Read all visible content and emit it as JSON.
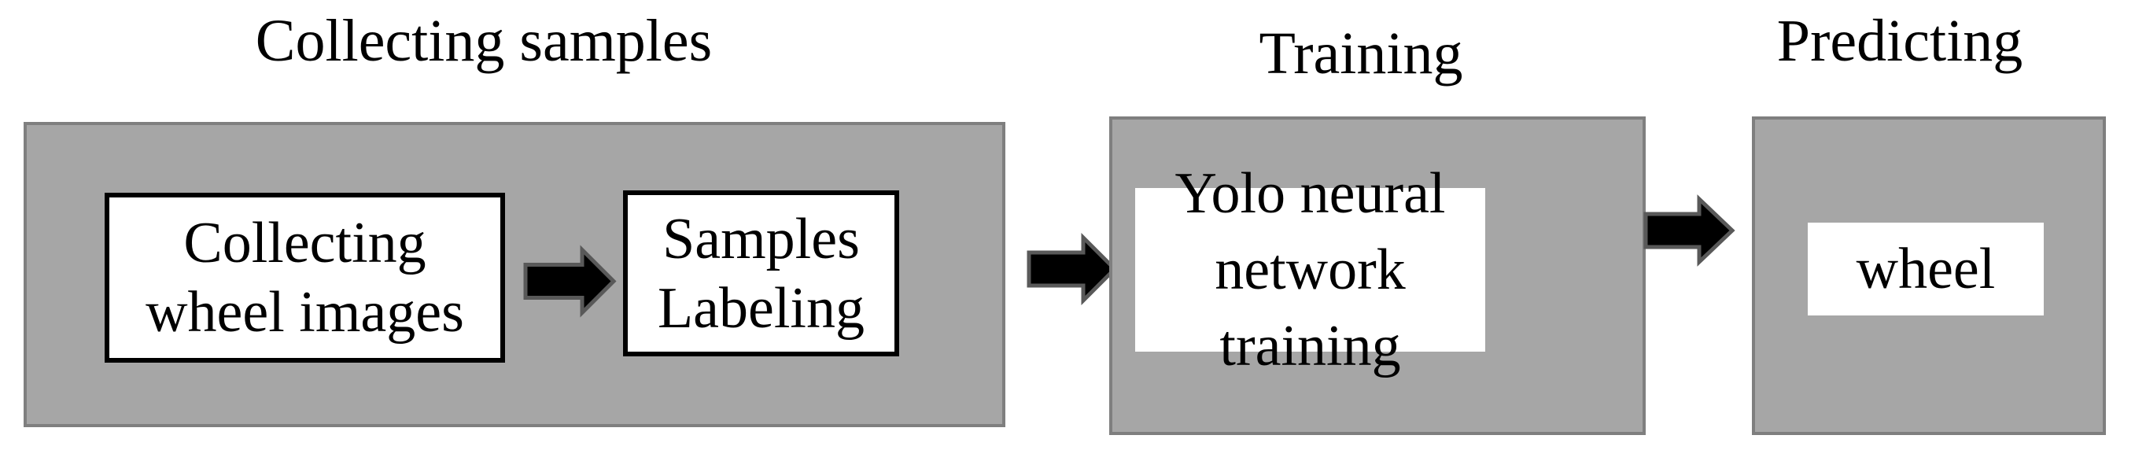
{
  "colors": {
    "canvas_bg": "#ffffff",
    "panel_fill": "#a6a6a6",
    "panel_border": "#7f7f7f",
    "box_bg": "#ffffff",
    "box_border": "#000000",
    "arrow_fill": "#000000",
    "arrow_halo": "#595959",
    "text_color": "#000000"
  },
  "stages": {
    "collecting": {
      "title": "Collecting samples",
      "box1": {
        "line1": "Collecting",
        "line2": "wheel images"
      },
      "box2": {
        "line1": "Samples",
        "line2": "Labeling"
      }
    },
    "training": {
      "title": "Training",
      "box": {
        "line1": "Yolo neural",
        "line2": "network training"
      }
    },
    "predicting": {
      "title": "Predicting",
      "box": {
        "line1": "wheel"
      }
    }
  }
}
